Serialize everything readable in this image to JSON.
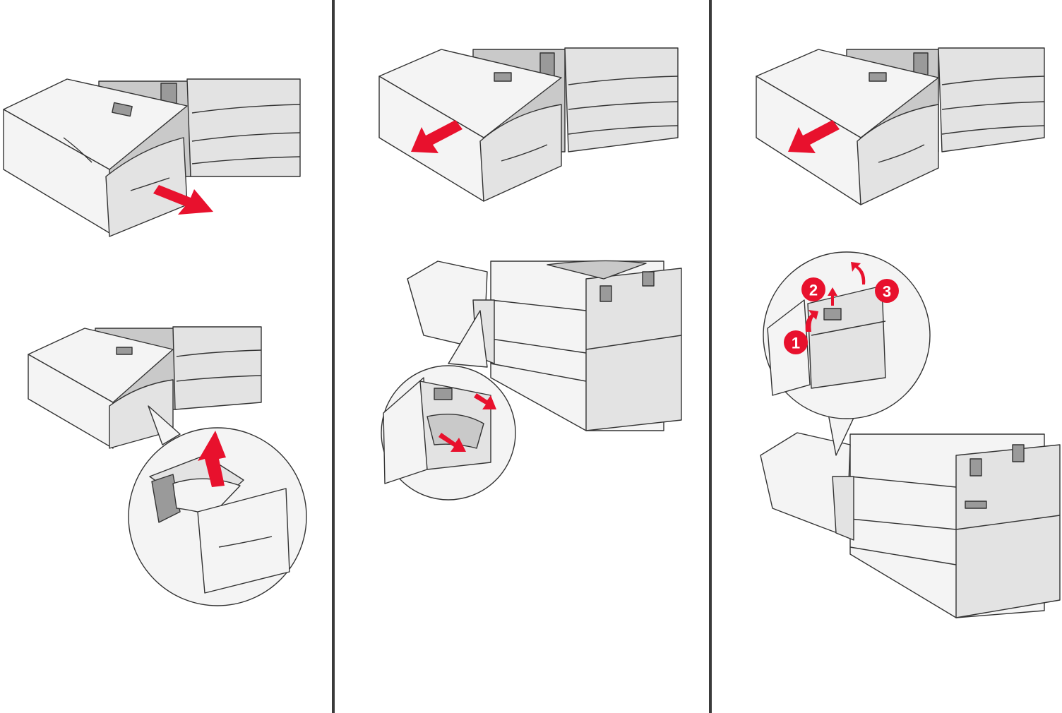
{
  "diagram": {
    "panels": [
      {
        "id": "panel-1",
        "steps": [
          "pull-out-tray-arrow",
          "remove-jammed-paper-arrow"
        ]
      },
      {
        "id": "panel-2",
        "steps": [
          "slide-feeder-away-arrow",
          "remove-paper-detail-arrows"
        ]
      },
      {
        "id": "panel-3",
        "steps": [
          "slide-feeder-away-arrow",
          "numbered-callouts"
        ]
      }
    ],
    "callouts": {
      "panel-3": [
        "1",
        "2",
        "3"
      ]
    },
    "colors": {
      "arrow": "#e8112d",
      "divider": "#3b3b3b",
      "outline": "#333333",
      "background": "#ffffff"
    }
  }
}
